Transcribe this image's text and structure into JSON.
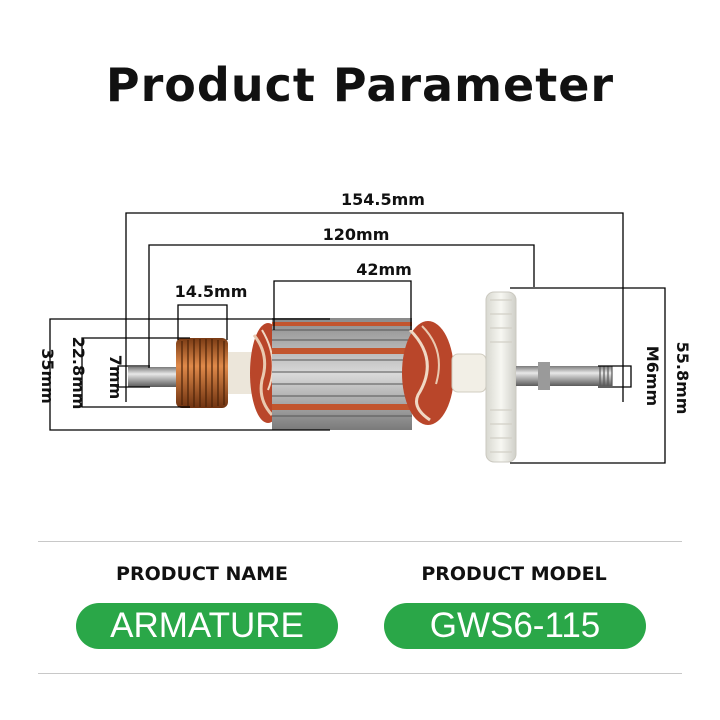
{
  "title": "Product Parameter",
  "dimensions": {
    "overall_length": "154.5mm",
    "length_120": "120mm",
    "core_length": "42mm",
    "commutator_length": "14.5mm",
    "core_diameter": "35mm",
    "commutator_diameter": "22.8mm",
    "shaft_diameter": "7mm",
    "thread": "M6mm",
    "fan_diameter": "55.8mm"
  },
  "product_name": {
    "label": "PRODUCT NAME",
    "value": "ARMATURE"
  },
  "product_model": {
    "label": "PRODUCT  MODEL",
    "value": "GWS6-115"
  },
  "colors": {
    "accent_green": "#2aa748",
    "copper": "#c2552e",
    "line": "#000000"
  }
}
